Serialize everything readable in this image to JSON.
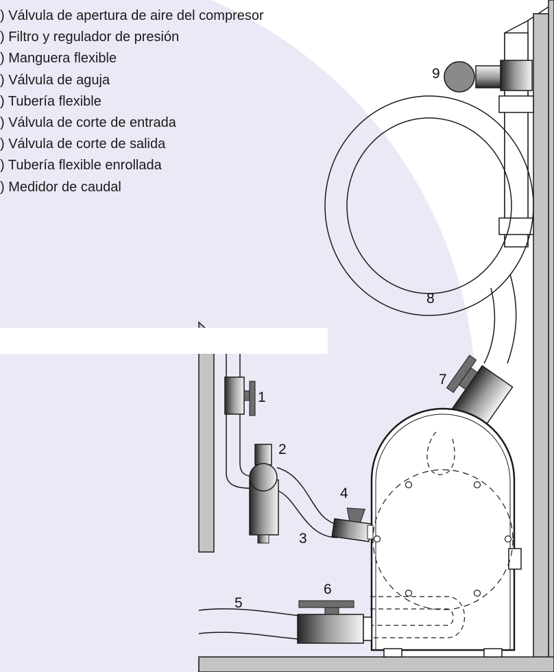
{
  "legend": [
    ") Válvula de apertura de aire del compresor",
    ") Filtro y regulador de presión",
    ") Manguera flexible",
    ") Válvula de aguja",
    ") Tubería flexible",
    ") Válvula de corte de entrada",
    ") Válvula de corte de salida",
    ") Tubería flexible enrollada",
    ") Medidor de caudal"
  ],
  "callouts": {
    "c1": "1",
    "c2": "2",
    "c3": "3",
    "c4": "4",
    "c5": "5",
    "c6": "6",
    "c7": "7",
    "c8": "8",
    "c9": "9"
  },
  "colors": {
    "backdrop": "#eaeaf6",
    "wall": "#c4c4c4",
    "outline": "#1a1a1a",
    "metal_dark": "#2a2a2a",
    "metal_mid": "#8e8e8e",
    "metal_light": "#f2f2f2",
    "handle": "#6e6e6e"
  }
}
